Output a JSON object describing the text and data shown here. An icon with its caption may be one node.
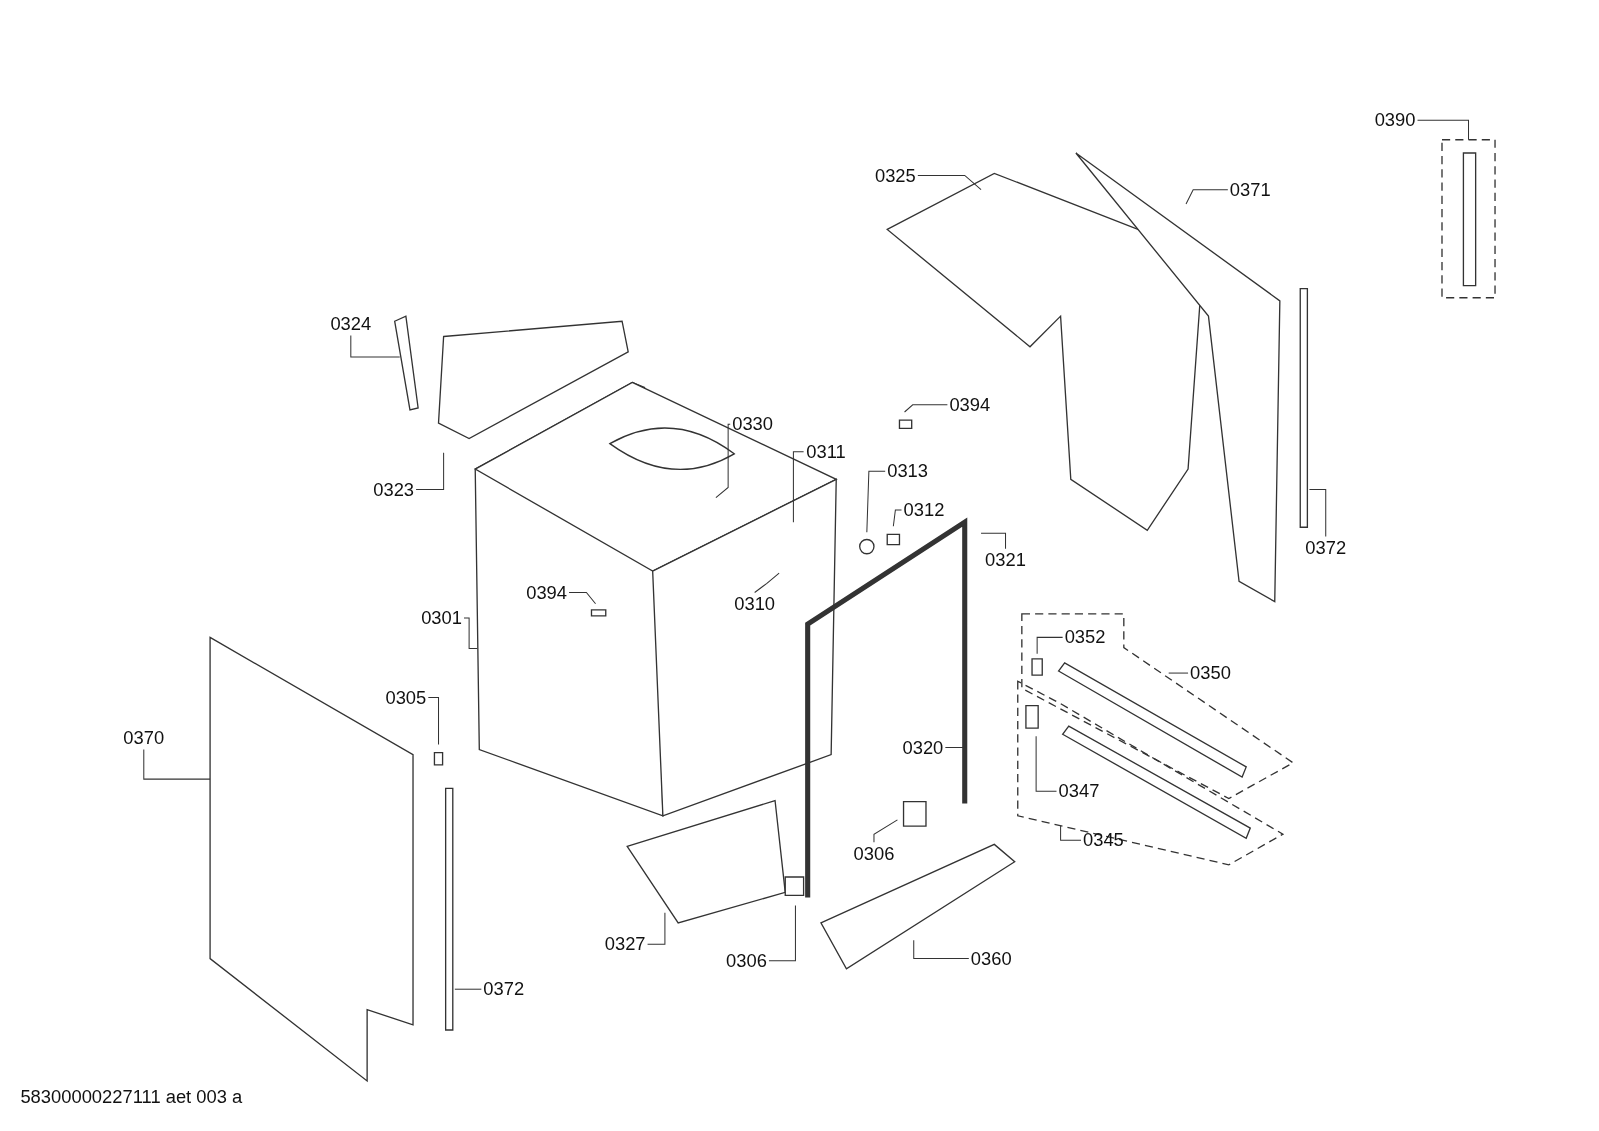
{
  "diagram": {
    "nodes": [
      {
        "text": [
          "0390"
        ]
      },
      {
        "text": [
          "0325"
        ]
      },
      {
        "text": [
          "0371"
        ]
      },
      {
        "text": [
          "0324"
        ]
      },
      {
        "text": [
          "0394"
        ]
      },
      {
        "text": [
          "0330"
        ]
      },
      {
        "text": [
          "0311"
        ]
      },
      {
        "text": [
          "0313"
        ]
      },
      {
        "text": [
          "0323"
        ]
      },
      {
        "text": [
          "0312"
        ]
      },
      {
        "text": [
          "0372"
        ]
      },
      {
        "text": [
          "0321"
        ]
      },
      {
        "text": [
          "0394"
        ]
      },
      {
        "text": [
          "0310"
        ]
      },
      {
        "text": [
          "0301"
        ]
      },
      {
        "text": [
          "0352"
        ]
      },
      {
        "text": [
          "0350"
        ]
      },
      {
        "text": [
          "0305"
        ]
      },
      {
        "text": [
          "0370"
        ]
      },
      {
        "text": [
          "0320"
        ]
      },
      {
        "text": [
          "0347"
        ]
      },
      {
        "text": [
          "0345"
        ]
      },
      {
        "text": [
          "0306"
        ]
      },
      {
        "text": [
          "0327"
        ]
      },
      {
        "text": [
          "0360"
        ]
      },
      {
        "text": [
          "0306"
        ]
      },
      {
        "text": [
          "0372"
        ]
      }
    ],
    "edges": [
      {
        "from": 0,
        "to": null,
        "arrow": "none"
      },
      {
        "from": 1,
        "to": null,
        "arrow": "none"
      },
      {
        "from": 2,
        "to": null,
        "arrow": "none"
      },
      {
        "from": 3,
        "to": null,
        "arrow": "none"
      },
      {
        "from": 4,
        "to": null,
        "arrow": "none"
      },
      {
        "from": 5,
        "to": null,
        "arrow": "none"
      },
      {
        "from": 6,
        "to": null,
        "arrow": "none"
      },
      {
        "from": 7,
        "to": null,
        "arrow": "none"
      },
      {
        "from": 8,
        "to": null,
        "arrow": "none"
      },
      {
        "from": 9,
        "to": null,
        "arrow": "none"
      },
      {
        "from": 10,
        "to": null,
        "arrow": "none"
      },
      {
        "from": 11,
        "to": null,
        "arrow": "none"
      },
      {
        "from": 12,
        "to": null,
        "arrow": "none"
      },
      {
        "from": 13,
        "to": null,
        "arrow": "none"
      },
      {
        "from": 14,
        "to": null,
        "arrow": "none"
      },
      {
        "from": 15,
        "to": null,
        "arrow": "none"
      },
      {
        "from": 16,
        "to": null,
        "arrow": "none"
      },
      {
        "from": 17,
        "to": null,
        "arrow": "none"
      },
      {
        "from": 18,
        "to": null,
        "arrow": "none"
      },
      {
        "from": 19,
        "to": null,
        "arrow": "none"
      },
      {
        "from": 20,
        "to": null,
        "arrow": "none"
      },
      {
        "from": 21,
        "to": null,
        "arrow": "none"
      },
      {
        "from": 22,
        "to": null,
        "arrow": "none"
      },
      {
        "from": 23,
        "to": null,
        "arrow": "none"
      },
      {
        "from": 24,
        "to": null,
        "arrow": "none"
      },
      {
        "from": 25,
        "to": null,
        "arrow": "none"
      },
      {
        "from": 26,
        "to": null,
        "arrow": "none"
      }
    ],
    "labels": [
      "58300000227111 aet 003 a"
    ]
  }
}
